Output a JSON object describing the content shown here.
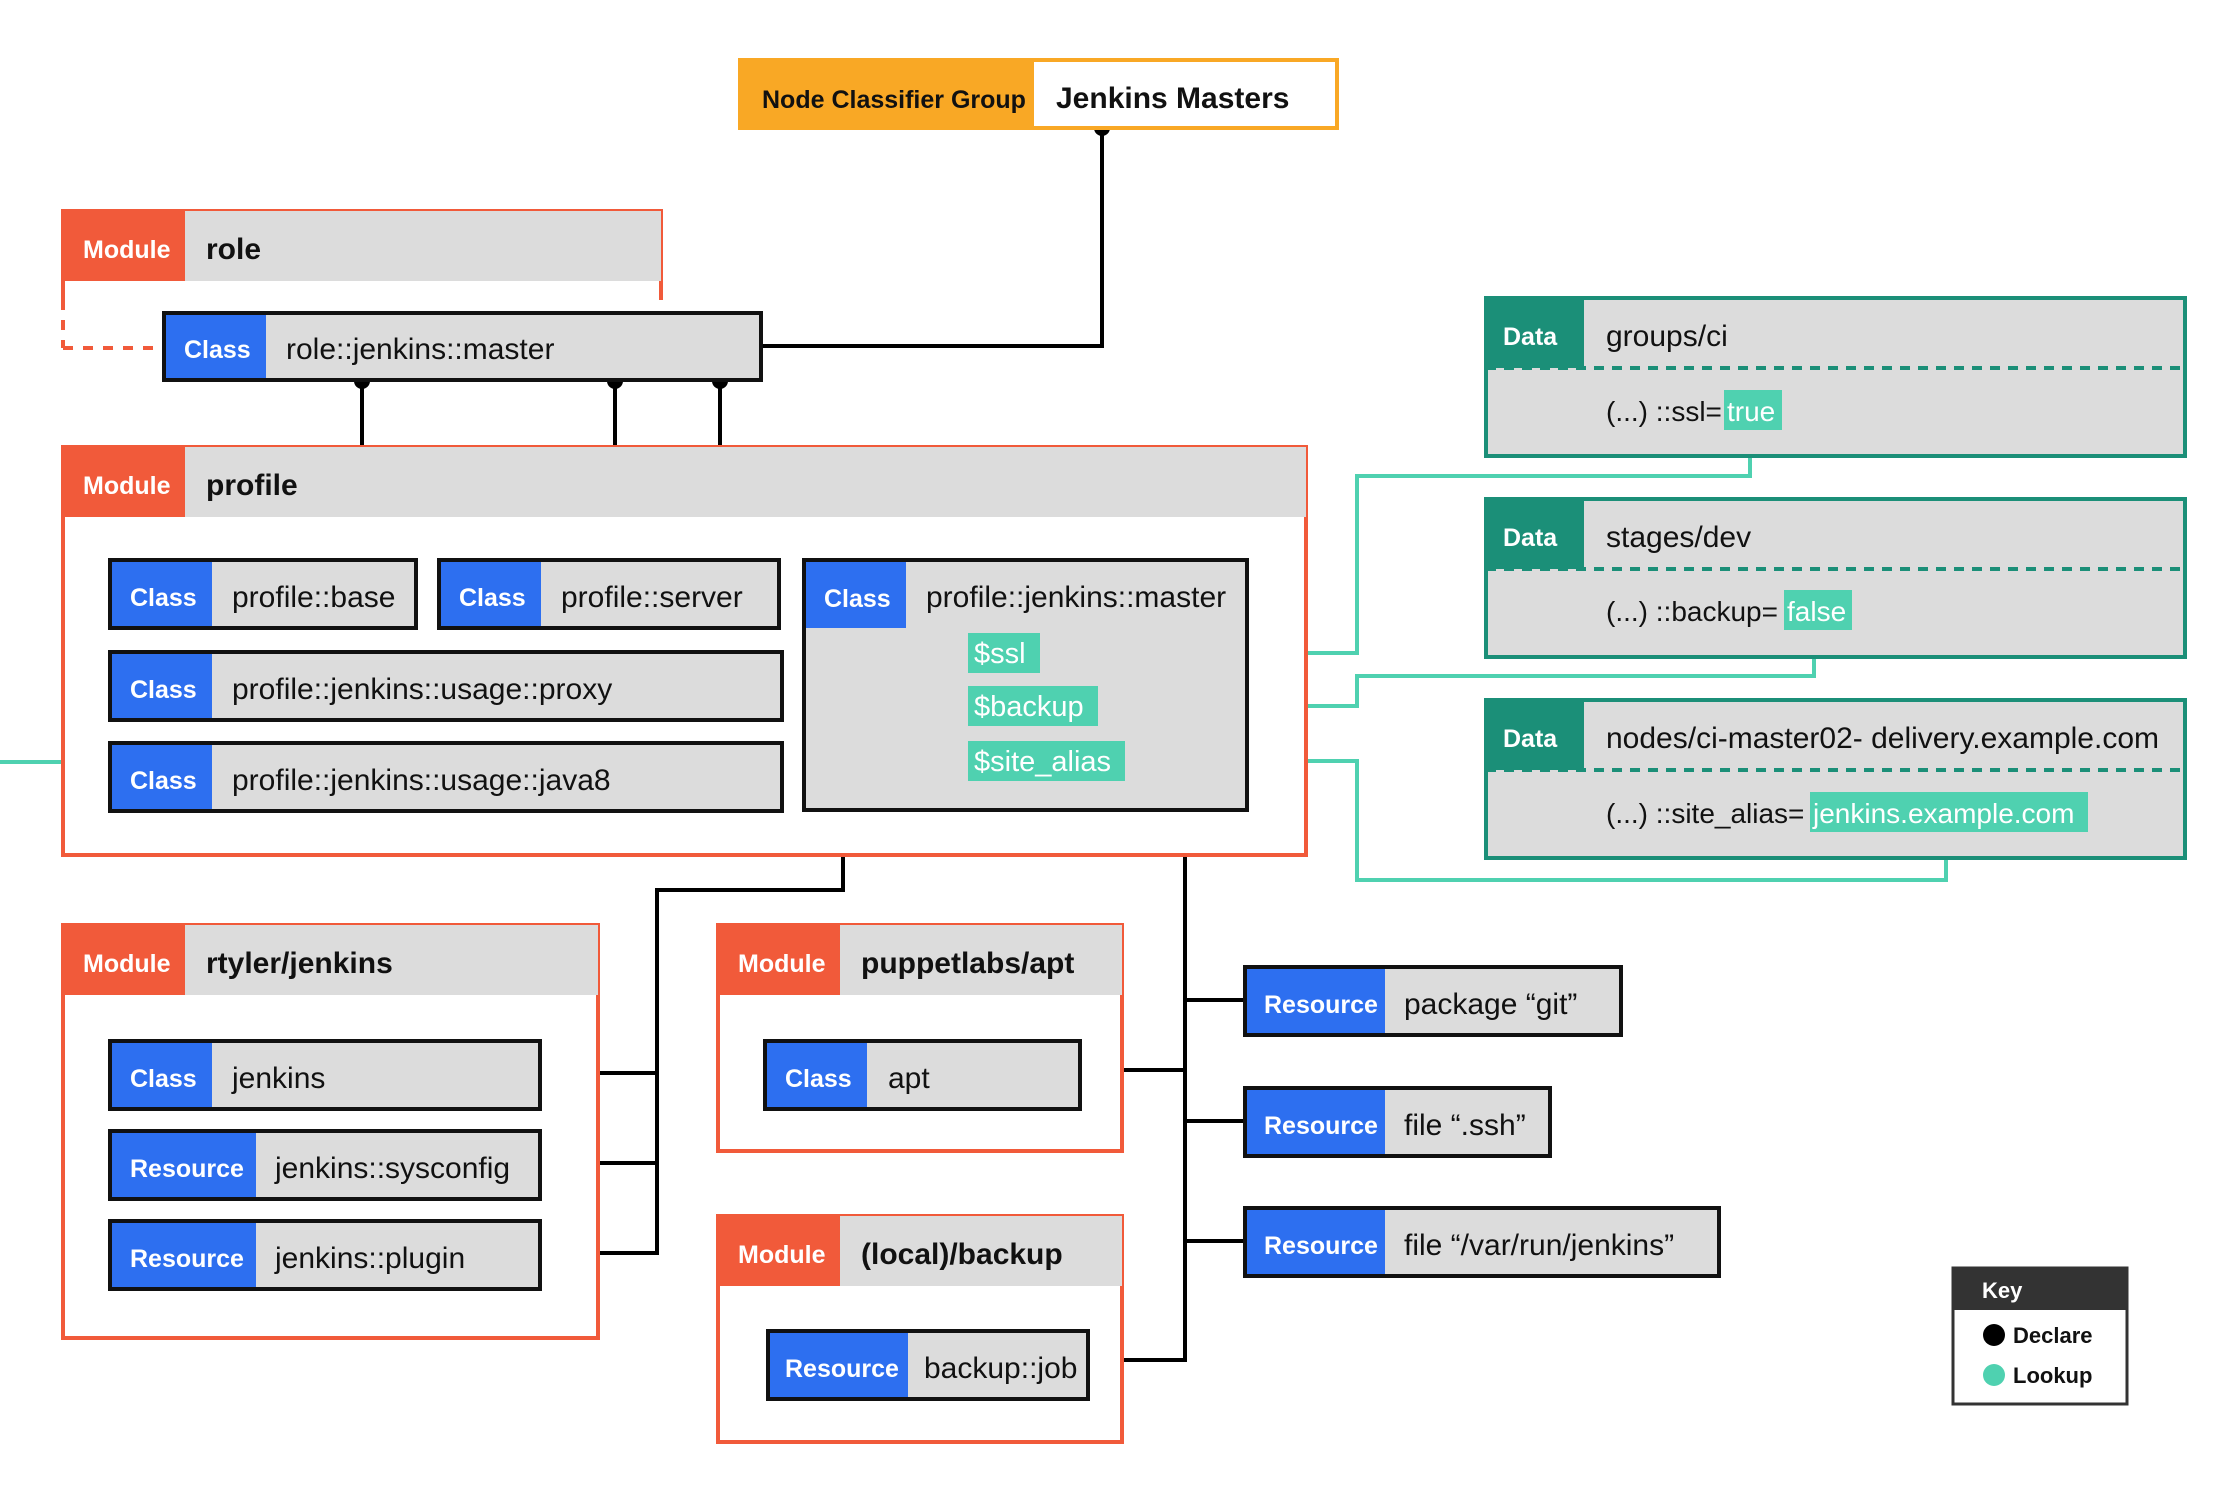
{
  "colors": {
    "module": "#f15a3a",
    "class": "#2d6ff0",
    "data": "#1b8f78",
    "lookup": "#4fd1b0",
    "node_group": "#f9a825",
    "panel": "#dcdcdc"
  },
  "node_group": {
    "tag": "Node Classifier Group",
    "name": "Jenkins Masters"
  },
  "tags": {
    "module": "Module",
    "class": "Class",
    "resource": "Resource",
    "data": "Data"
  },
  "modules": {
    "role": "role",
    "profile": "profile",
    "rtyler": "rtyler/jenkins",
    "apt": "puppetlabs/apt",
    "backup": "(local)/backup"
  },
  "classes": {
    "role_master": "role::jenkins::master",
    "profile_base": "profile::base",
    "profile_server": "profile::server",
    "profile_master": "profile::jenkins::master",
    "usage_proxy": "profile::jenkins::usage::proxy",
    "usage_java8": "profile::jenkins::usage::java8",
    "jenkins": "jenkins",
    "apt": "apt"
  },
  "resources": {
    "sysconfig": "jenkins::sysconfig",
    "plugin": "jenkins::plugin",
    "backup_job": "backup::job",
    "pkg_git": "package “git”",
    "file_ssh": "file “.ssh”",
    "file_run": "file “/var/run/jenkins”"
  },
  "params": {
    "ssl": "$ssl",
    "backup": "$backup",
    "site_alias": "$site_alias"
  },
  "data": {
    "ci": {
      "path": "groups/ci",
      "key": "(...) ::ssl=",
      "value": "true"
    },
    "dev": {
      "path": "stages/dev",
      "key": "(...) ::backup=",
      "value": "false"
    },
    "node": {
      "path": "nodes/ci-master02- delivery.example.com",
      "key": "(...) ::site_alias=",
      "value": "jenkins.example.com"
    }
  },
  "key": {
    "title": "Key",
    "declare": "Declare",
    "lookup": "Lookup"
  }
}
